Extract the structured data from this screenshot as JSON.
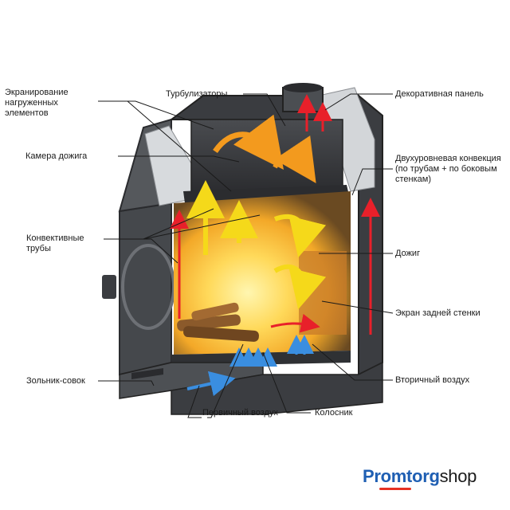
{
  "colors": {
    "steel_dark": "#3d3f42",
    "steel_mid": "#5b5e62",
    "steel_light": "#8c8f93",
    "fire_yellow": "#ffe55c",
    "fire_orange": "#f6a21e",
    "glow": "#f3c14a",
    "arrow_hot": "#e8202a",
    "arrow_air": "#3a8ee0",
    "arrow_flame": "#f5d91a",
    "leader": "#1a1a1a",
    "logo_blue": "#1f5fb3",
    "logo_red": "#e63222"
  },
  "labels": {
    "shielding": "Экранирование нагруженных элементов",
    "turbulators": "Турбулизаторы",
    "decor_panel": "Декоративная панель",
    "afterburn_chamber": "Камера дожига",
    "two_level_convection": "Двухуровневая конвекция (по трубам + по боковым стенкам)",
    "convection_pipes": "Конвективные трубы",
    "afterburn": "Дожиг",
    "rear_wall_screen": "Экран задней стенки",
    "ash_pan": "Зольник-совок",
    "secondary_air": "Вторичный воздух",
    "primary_air": "Первичный воздух",
    "grate": "Колосник"
  },
  "logo": {
    "part1": "Promtorg",
    "part2": "shop"
  }
}
